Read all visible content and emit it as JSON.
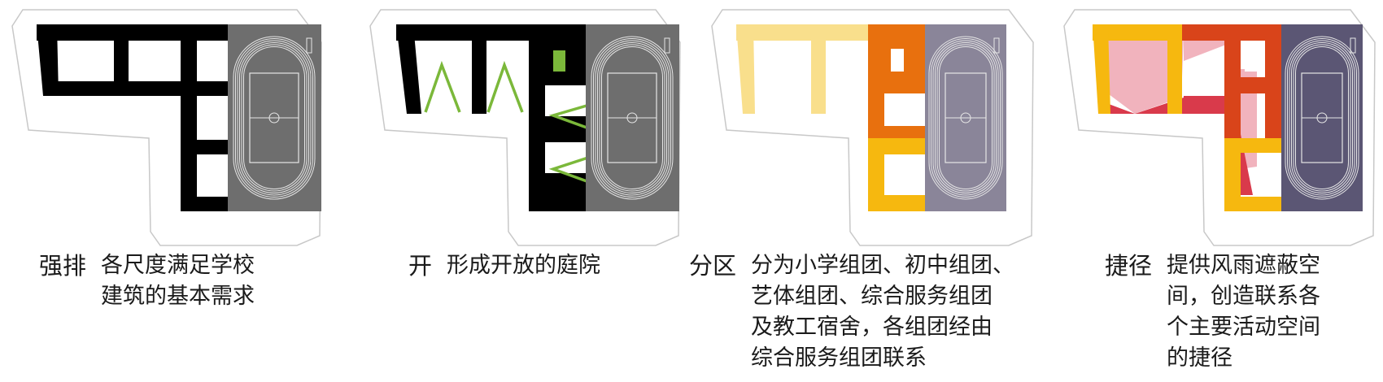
{
  "panels": [
    {
      "title": "强排",
      "lines": [
        "各尺度满足学校",
        "建筑的基本需求"
      ]
    },
    {
      "title": "开",
      "lines": [
        "形成开放的庭院"
      ]
    },
    {
      "title": "分区",
      "lines": [
        "分为小学组团、初中组团、",
        "艺体组团、综合服务组团",
        "及教工宿舍，各组团经由",
        "综合服务组团联系"
      ]
    },
    {
      "title": "捷径",
      "lines": [
        "提供风雨遮蔽空",
        "间，创造联系各",
        "个主要活动空间",
        "的捷径"
      ]
    }
  ],
  "colors": {
    "black": "#000000",
    "grey_field": "#6e6e6e",
    "green": "#7bb83a",
    "pale_yellow": "#f9df8c",
    "orange": "#e8700e",
    "yellow": "#f6b80f",
    "lavender": "#8a8599",
    "red_orange": "#d9441a",
    "crimson": "#d93a4b",
    "pink": "#f1b3bd",
    "purple_field": "#5b5674",
    "outline": "#c8c8c8"
  }
}
